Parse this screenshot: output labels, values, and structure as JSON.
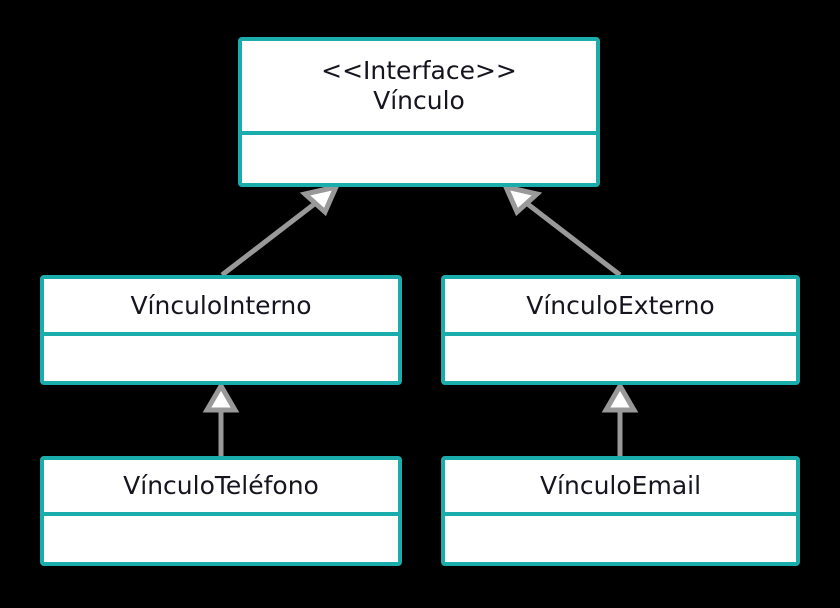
{
  "diagram": {
    "kind": "uml-class-diagram",
    "background_color": "#000000",
    "box_fill_color": "#ffffff",
    "box_border_color": "#1bacac",
    "text_color": "#15151f",
    "connector_color": "#999999",
    "arrowhead_fill_color": "#ffffff",
    "classes": {
      "vinculo": {
        "stereotype": "<<Interface>>",
        "name": "Vínculo"
      },
      "vinculo_interno": {
        "name": "VínculoInterno"
      },
      "vinculo_externo": {
        "name": "VínculoExterno"
      },
      "vinculo_telefono": {
        "name": "VínculoTeléfono"
      },
      "vinculo_email": {
        "name": "VínculoEmail"
      }
    },
    "relationships": [
      {
        "from": "VínculoInterno",
        "to": "Vínculo",
        "type": "generalization"
      },
      {
        "from": "VínculoExterno",
        "to": "Vínculo",
        "type": "generalization"
      },
      {
        "from": "VínculoTeléfono",
        "to": "VínculoInterno",
        "type": "generalization"
      },
      {
        "from": "VínculoEmail",
        "to": "VínculoExterno",
        "type": "generalization"
      }
    ]
  }
}
